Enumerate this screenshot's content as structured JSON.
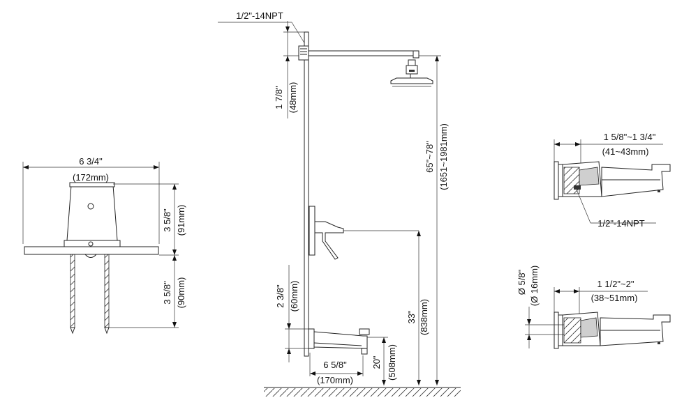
{
  "left_valve": {
    "width_in": "6 3/4\"",
    "width_mm": "(172mm)",
    "upper_height_in": "3 5/8\"",
    "upper_height_mm": "(91mm)",
    "lower_height_in": "3 5/8\"",
    "lower_height_mm": "(90mm)"
  },
  "center_system": {
    "top_thread": "1/2\"-14NPT",
    "arm_offset_in": "1 7/8\"",
    "arm_offset_mm": "(48mm)",
    "total_height_in": "65\"~78\"",
    "total_height_mm": "(1651~1981mm)",
    "valve_height_in": "33\"",
    "valve_height_mm": "(838mm)",
    "spout_offset_in": "2 3/8\"",
    "spout_offset_mm": "(60mm)",
    "spout_length_in": "6  5/8\"",
    "spout_length_mm": "(170mm)",
    "spout_height_in": "20\"",
    "spout_height_mm": "(508mm)"
  },
  "spout_top": {
    "range_in": "1 5/8\"~1 3/4\"",
    "range_mm": "(41~43mm)",
    "thread": "1/2\"-14NPT"
  },
  "spout_bottom": {
    "diameter_in": "Ø 5/8\"",
    "diameter_mm": "(Ø 16mm)",
    "range_in": "1 1/2\"~2\"",
    "range_mm": "(38~51mm)"
  }
}
